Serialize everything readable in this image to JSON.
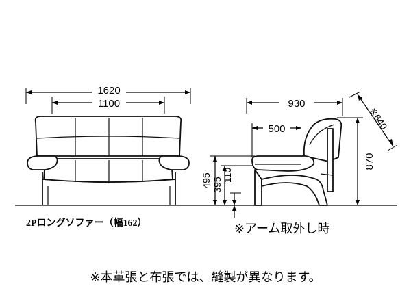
{
  "dimensions": {
    "front_overall_width": "1620",
    "front_seat_width": "1100",
    "side_depth": "930",
    "side_seat_depth": "500",
    "side_height": "870",
    "side_diagonal": "※640",
    "arm_height": "495",
    "seat_height": "395",
    "leg_height": "110"
  },
  "captions": {
    "model_name": "2Pロングソファー（幅162）",
    "arm_removed_note": "※アーム取外し時",
    "bottom_note": "※本革張と布張では、縫製が異なります。"
  }
}
